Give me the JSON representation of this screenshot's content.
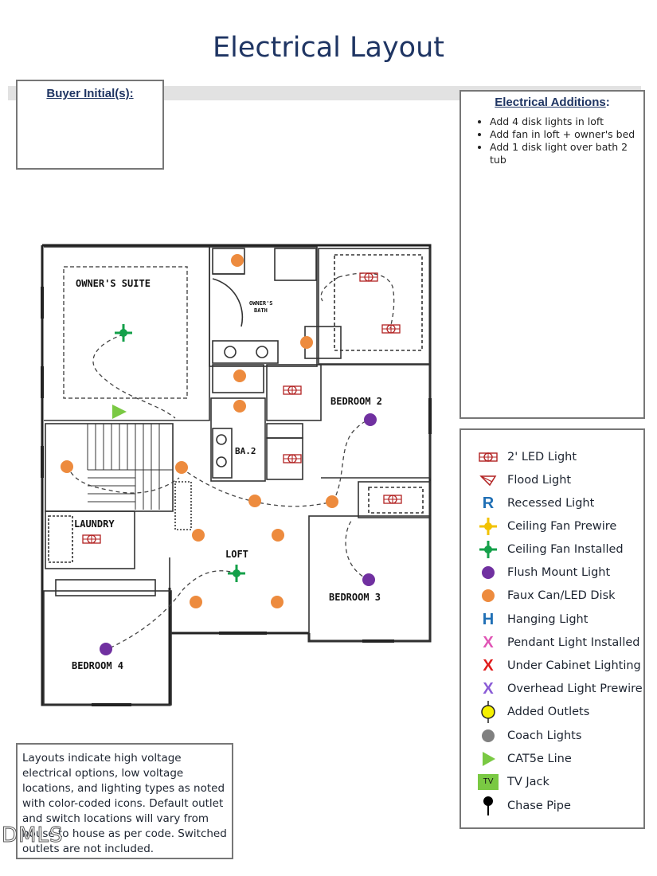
{
  "title": "Electrical Layout",
  "buyer_box": {
    "label": "Buyer Initial(s):"
  },
  "additions": {
    "heading": "Electrical Additions",
    "heading_suffix": ":",
    "items": [
      "Add 4 disk lights in loft",
      "Add fan in loft + owner's bed",
      "Add 1 disk light over bath 2 tub"
    ]
  },
  "rooms": {
    "owners_suite": "OWNER'S SUITE",
    "owners_bath_1": "OWNER'S",
    "owners_bath_2": "BATH",
    "bedroom2": "BEDROOM 2",
    "bedroom3": "BEDROOM 3",
    "bedroom4": "BEDROOM 4",
    "ba2": "BA.2",
    "laundry": "LAUNDRY",
    "loft": "LOFT"
  },
  "legend": [
    {
      "icon": "led-2ft-icon",
      "label": "2' LED Light",
      "color": "#b22222"
    },
    {
      "icon": "flood-light-icon",
      "label": "Flood Light",
      "color": "#b22222"
    },
    {
      "icon": "recessed-light-icon",
      "label": "Recessed Light",
      "glyph": "R",
      "color": "#1f6fb5"
    },
    {
      "icon": "ceiling-fan-prewire-icon",
      "label": "Ceiling Fan Prewire",
      "color": "#f2c200"
    },
    {
      "icon": "ceiling-fan-installed-icon",
      "label": "Ceiling Fan Installed",
      "color": "#14a04a"
    },
    {
      "icon": "flush-mount-light-icon",
      "label": "Flush Mount Light",
      "color": "#7030a0"
    },
    {
      "icon": "faux-can-led-disk-icon",
      "label": "Faux Can/LED Disk",
      "color": "#ed8b3e"
    },
    {
      "icon": "hanging-light-icon",
      "label": "Hanging Light",
      "glyph": "H",
      "color": "#1f6fb5"
    },
    {
      "icon": "pendant-light-icon",
      "label": "Pendant Light Installed",
      "glyph": "X",
      "color": "#e055b5"
    },
    {
      "icon": "under-cabinet-lighting-icon",
      "label": "Under Cabinet Lighting",
      "glyph": "X",
      "color": "#e01b1b"
    },
    {
      "icon": "overhead-light-prewire-icon",
      "label": "Overhead Light Prewire",
      "glyph": "X",
      "color": "#8a5bd6"
    },
    {
      "icon": "added-outlet-icon",
      "label": "Added Outlets",
      "color": "#f5f000"
    },
    {
      "icon": "coach-light-icon",
      "label": "Coach Lights",
      "color": "#808080"
    },
    {
      "icon": "cat5e-line-icon",
      "label": "CAT5e Line",
      "color": "#7ac943"
    },
    {
      "icon": "tv-jack-icon",
      "label": "TV Jack",
      "glyph": "TV",
      "color": "#7ac943"
    },
    {
      "icon": "chase-pipe-icon",
      "label": "Chase Pipe",
      "color": "#000000"
    }
  ],
  "note": "Layouts indicate high voltage electrical options, low voltage locations, and lighting types as noted with color-coded icons. Default outlet and switch locations will vary from house to house as per code. Switched outlets are not included.",
  "watermark": "DMLS"
}
